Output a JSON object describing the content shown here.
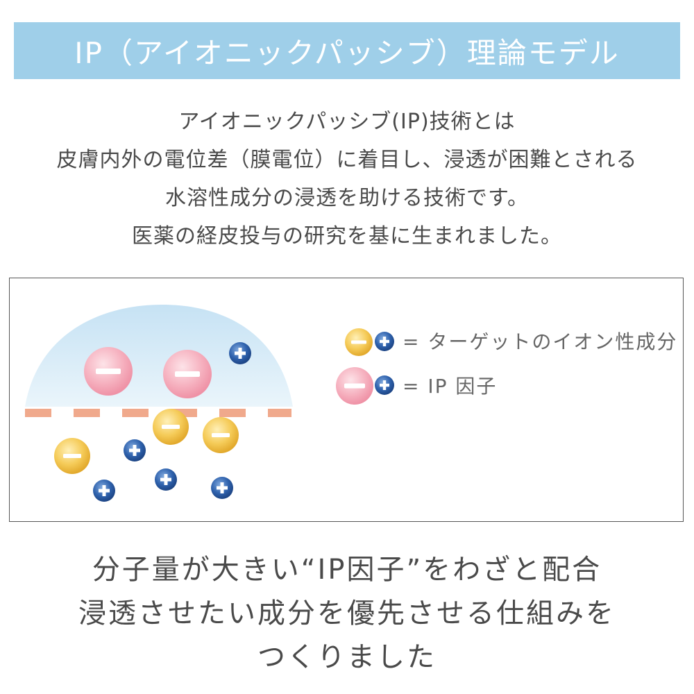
{
  "header": {
    "title": "IP（アイオニックパッシブ）理論モデル"
  },
  "intro": {
    "lines": [
      "アイオニックパッシブ(IP)技術とは",
      "皮膚内外の電位差（膜電位）に着目し、浸透が困難とされる",
      "水溶性成分の浸透を助ける技術です。",
      "医薬の経皮投与の研究を基に生まれました。"
    ]
  },
  "diagram": {
    "legend": [
      {
        "label": "= ターゲットのイオン性成分",
        "negative_ion": "yellow-minus-ion-icon",
        "positive_ion": "blue-plus-ion-icon"
      },
      {
        "label": "= IP 因子",
        "negative_ion": "pink-minus-ion-icon",
        "positive_ion": "blue-plus-ion-icon"
      }
    ],
    "colors": {
      "dome": "#d9edf8",
      "membrane": "#f0a98c",
      "target_ion": "#f2c14e",
      "ip_factor": "#f4a3b4",
      "plus_ion": "#2a5fa8"
    }
  },
  "summary": {
    "lines": [
      "分子量が大きい“IP因子”をわざと配合",
      "浸透させたい成分を優先させる仕組みを",
      "つくりました"
    ]
  }
}
